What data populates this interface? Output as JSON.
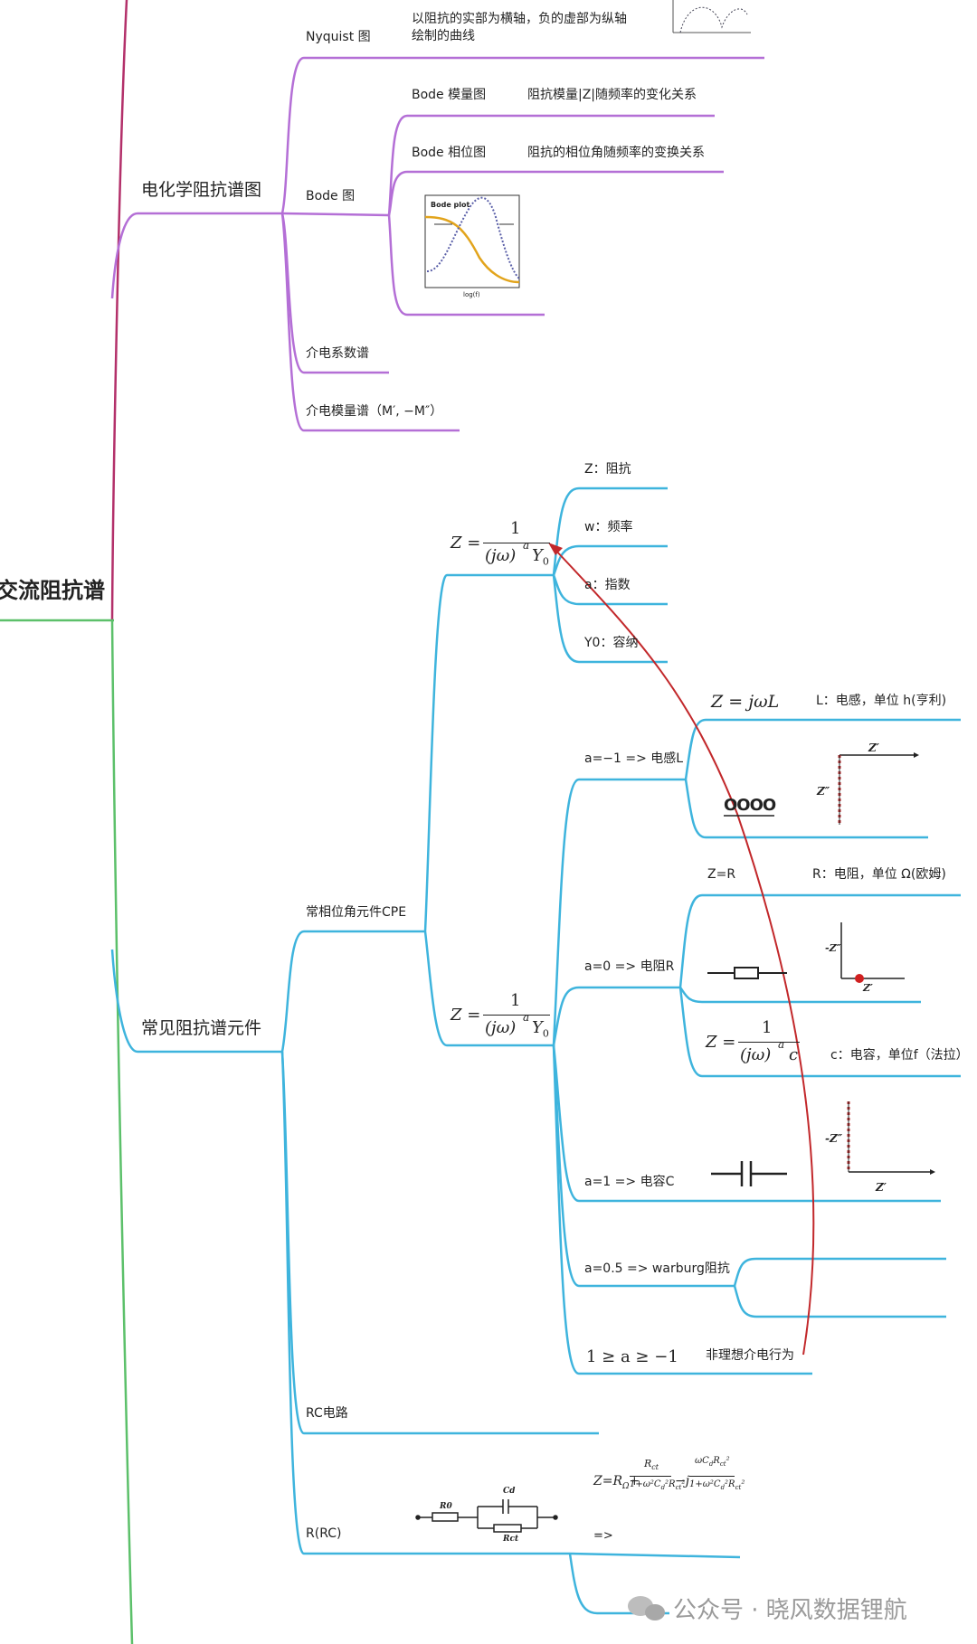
{
  "root": {
    "label": "交流阻抗谱"
  },
  "eis_plots": {
    "label": "电化学阻抗谱图",
    "nyquist": {
      "label": "Nyquist 图",
      "desc": "以阻抗的实部为横轴，负的虚部为纵轴绘制的曲线"
    },
    "bode": {
      "label": "Bode 图",
      "modulus": {
        "label": "Bode 模量图",
        "desc": "阻抗模量|Z|随频率的变化关系"
      },
      "phase": {
        "label": "Bode 相位图",
        "desc": "阻抗的相位角随频率的变换关系"
      },
      "thumb_title": "Bode plot",
      "thumb_x": "log(f)"
    },
    "dielectric": {
      "label": "介电系数谱"
    },
    "modulus_spectrum": {
      "label": "介电模量谱（M′, −M″）"
    }
  },
  "elements": {
    "label": "常见阻抗谱元件",
    "cpe": {
      "label": "常相位角元件CPE",
      "params": [
        "Z：阻抗",
        "w：频率",
        "a：指数",
        "Y0：容纳"
      ],
      "cases": {
        "inductor": {
          "label": "a=−1 => 电感L",
          "formula": "Z = jωL",
          "desc": "L：电感，单位 h(亨利)",
          "axis_x": "Z′",
          "axis_y": "Z″",
          "symbol": "OOOO"
        },
        "resistor": {
          "label": "a=0 => 电阻R",
          "formula": "Z=R",
          "desc": "R：电阻，单位 Ω(欧姆)",
          "axis_x": "Z′",
          "axis_y": "-Z″"
        },
        "capacitor": {
          "label": "a=1 => 电容C",
          "desc": "c：电容，单位f（法拉）",
          "axis_x": "Z′",
          "axis_y": "-Z″"
        },
        "warburg": {
          "label": "a=0.5 => warburg阻抗"
        },
        "nonideal": {
          "formula": "1 ≥ a ≥ −1",
          "desc": "非理想介电行为"
        }
      }
    },
    "rc": {
      "label": "RC电路"
    },
    "r_rc": {
      "label": "R(RC)",
      "arrow": "=>",
      "c_label": "Cd",
      "r0_label": "R0",
      "rct_label": "Rct"
    }
  },
  "watermark": "公众号 · 晓风数据锂航",
  "colors": {
    "purple": "#b46fd6",
    "blue": "#3eb4dd",
    "green": "#5cc06a",
    "crimson": "#b3306a",
    "red": "#c2282b"
  }
}
